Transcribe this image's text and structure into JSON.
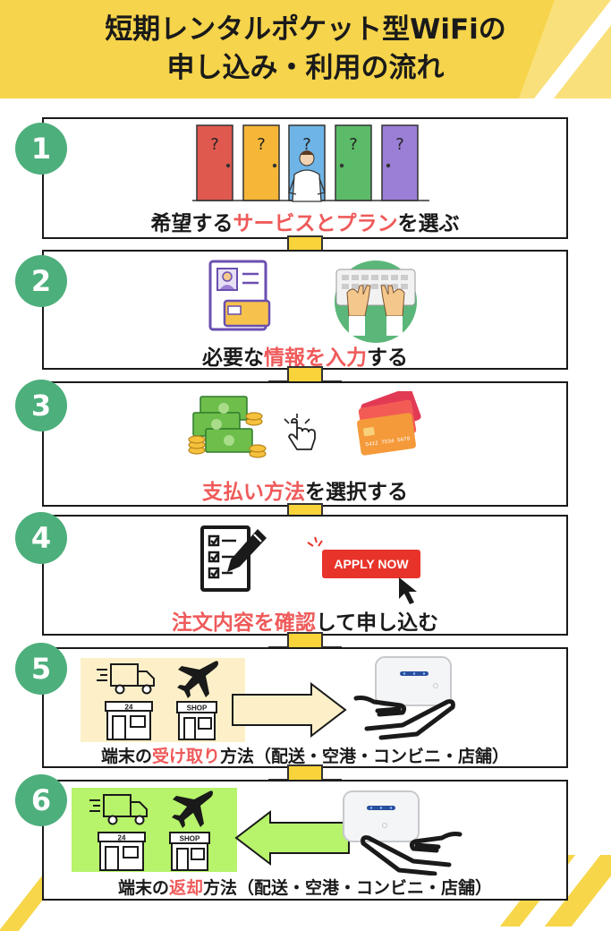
{
  "title": {
    "line1": "短期レンタルポケット型WiFiの",
    "line2": "申し込み・利用の流れ"
  },
  "steps": [
    {
      "num": "1",
      "pre": "希望する",
      "hl": "サービスとプラン",
      "post": "を選ぶ"
    },
    {
      "num": "2",
      "pre": "必要な",
      "hl": "情報を入力",
      "post": "する"
    },
    {
      "num": "3",
      "pre": "",
      "hl": "支払い方法",
      "post": "を選択する"
    },
    {
      "num": "4",
      "pre": "",
      "hl": "注文内容を確認",
      "post": "して申し込む"
    },
    {
      "num": "5",
      "pre": "端末の",
      "hl": "受け取り",
      "post": "方法（配送・空港・コンビニ・店舗）"
    },
    {
      "num": "6",
      "pre": "端末の",
      "hl": "返却",
      "post": "方法（配送・空港・コンビニ・店舗）"
    }
  ],
  "apply_button": "APPLY NOW",
  "door_mark": "?",
  "card_number": "5412 7534 5678",
  "shop_sign": "SHOP",
  "conveni_sign": "24",
  "colors": {
    "accent": "#ef5a5a",
    "step_circle": "#4daf7c",
    "banner": "#f6d44b",
    "arrow": "#f8d33a"
  }
}
